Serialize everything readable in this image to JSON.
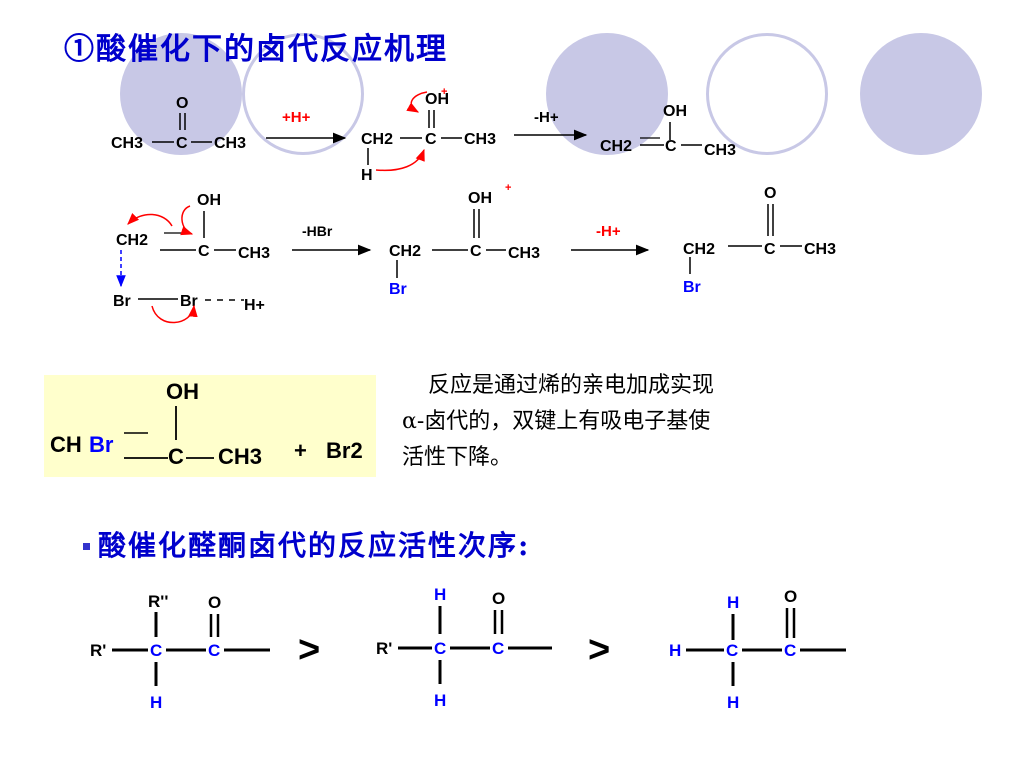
{
  "slide": {
    "title": "①酸催化下的卤代反应机理",
    "explanation": {
      "line1": "反应是通过烯的亲电加成实现",
      "line2": "α-卤代的，双键上有吸电子基使",
      "line3": "活性下降。"
    },
    "order_heading": "酸催化醛酮卤代的反应活性次序:"
  },
  "colors": {
    "title_blue": "#0000cc",
    "reagent_red": "#ff0000",
    "halogen_blue": "#0000ff",
    "highlight_yellow": "#ffffcc",
    "decor_lavender": "#c8c8e6"
  },
  "mechanism": {
    "acetone": {
      "O": "O",
      "CH3": "CH3",
      "C": "C"
    },
    "step1_reagent": "+H+",
    "protonated": {
      "OH": "OH",
      "CH2": "CH2",
      "C": "C",
      "CH3": "CH3",
      "H": "H"
    },
    "step2_reagent": "-H+",
    "enol": {
      "OH": "OH",
      "CH2": "CH2",
      "C": "C",
      "CH3": "CH3"
    },
    "attack": {
      "OH": "OH",
      "CH2": "CH2",
      "C": "C",
      "CH3": "CH3",
      "Br1": "Br",
      "Br2": "Br",
      "H": "H+"
    },
    "step3_reagent": "-HBr",
    "bromo_oxonium": {
      "OH": "OH",
      "CH2": "CH2",
      "C": "C",
      "CH3": "CH3",
      "Br": "Br"
    },
    "step4_reagent": "-H+",
    "product": {
      "O": "O",
      "CH2": "CH2",
      "C": "C",
      "CH3": "CH3",
      "Br": "Br"
    },
    "bromo_enol": {
      "OH": "OH",
      "CHBr_prefix": "CH",
      "CHBr_halogen": "Br",
      "C": "C",
      "CH3": "CH3",
      "plus": "+",
      "Br2": "Br2"
    }
  },
  "order": {
    "s1": {
      "top": "R''",
      "left": "R'",
      "bottom": "H",
      "O": "O",
      "C1": "C",
      "C2": "C"
    },
    "gt1": ">",
    "s2": {
      "top": "H",
      "left": "R'",
      "bottom": "H",
      "O": "O",
      "C1": "C",
      "C2": "C"
    },
    "gt2": ">",
    "s3": {
      "top": "H",
      "left": "H",
      "bottom": "H",
      "O": "O",
      "C1": "C",
      "C2": "C"
    }
  }
}
